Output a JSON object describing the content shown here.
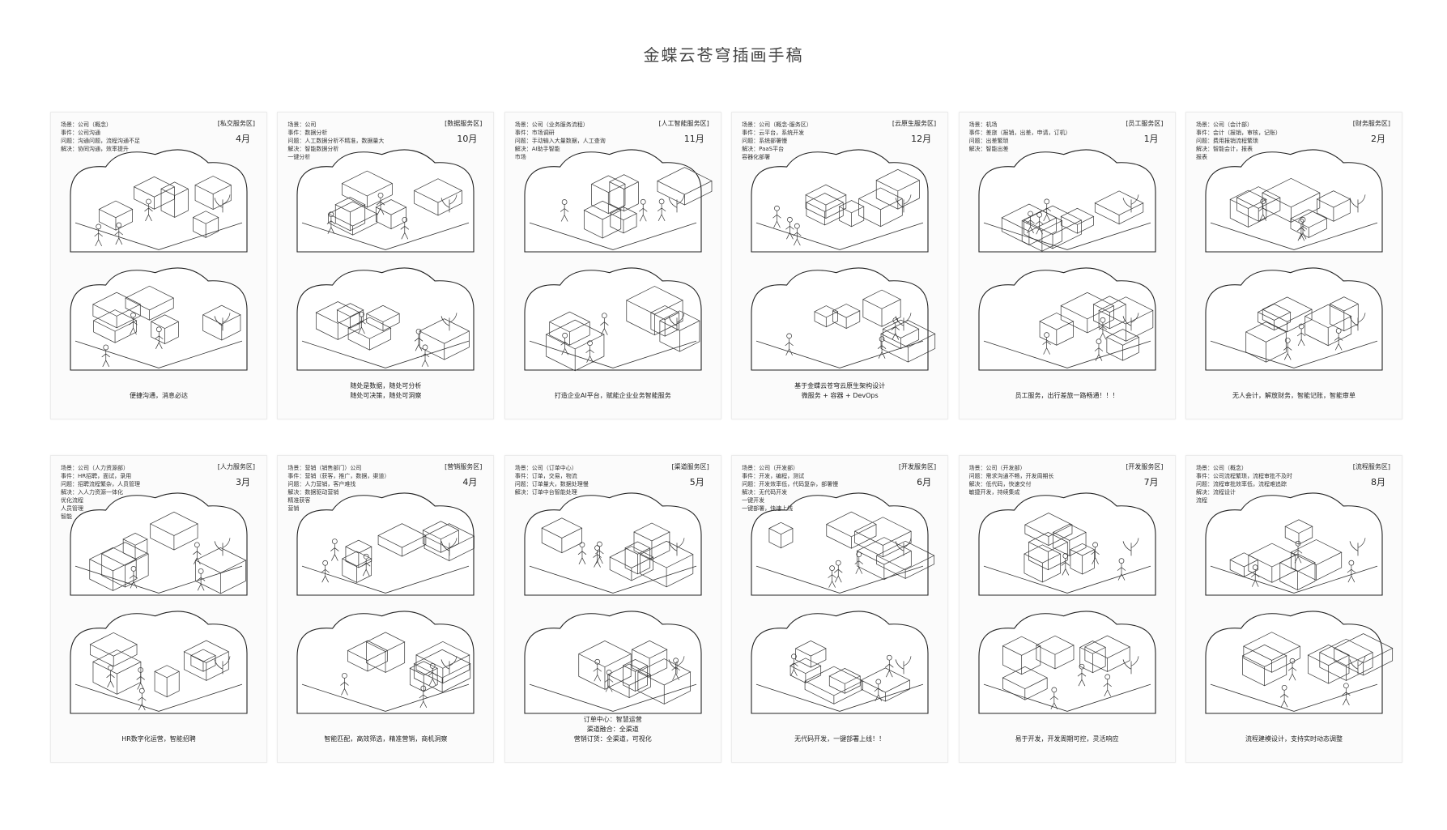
{
  "page": {
    "title": "金蝶云苍穹插画手稿"
  },
  "sheets": [
    {
      "tag": "[私交服务区]",
      "month": "4月",
      "notes": [
        "场景：公司（概念）",
        "事件：公司沟通",
        "问题：沟通问题，流程沟通不足",
        "解决：协同沟通，效率提升"
      ],
      "caption": [
        "便捷沟通，消息必达"
      ]
    },
    {
      "tag": "[数据服务区]",
      "month": "10月",
      "notes": [
        "场景：公司",
        "事件：数据分析",
        "问题：人工数据分析不精准，数据量大",
        "解决：智能数据分析",
        "一键分析"
      ],
      "caption": [
        "随处是数据，随处可分析",
        "随处可决策，随处可洞察"
      ]
    },
    {
      "tag": "[人工智能服务区]",
      "month": "11月",
      "notes": [
        "场景：公司（业务服务流程）",
        "事件：市场调研",
        "问题：手动输入大量数据，人工查询",
        "解决：AI助手智能",
        "市场"
      ],
      "caption": [
        "打造企业AI平台，赋能企业业务智能服务"
      ]
    },
    {
      "tag": "[云原生服务区]",
      "month": "12月",
      "notes": [
        "场景：公司（概念-服务区）",
        "事件：云平台，系统开发",
        "问题：系统部署慢",
        "解决：PaaS平台",
        "容器化部署"
      ],
      "caption": [
        "基于金蝶云苍穹云原生架构设计",
        "微服务 + 容器 + DevOps"
      ]
    },
    {
      "tag": "[员工服务区]",
      "month": "1月",
      "notes": [
        "场景：机场",
        "事件：差旅（报销，出差，申请，订机）",
        "问题：出差繁琐",
        "解决：智能出差"
      ],
      "caption": [
        "员工服务，出行差旅一路畅通！！！"
      ]
    },
    {
      "tag": "[财务服务区]",
      "month": "2月",
      "notes": [
        "场景：公司（会计部）",
        "事件：会计（报销，审核，记账）",
        "问题：费用报销流程繁琐",
        "解决：智能会计，报表",
        "报表"
      ],
      "caption": [
        "无人会计，解放财务，智能记账，智能审单"
      ]
    },
    {
      "tag": "[人力服务区]",
      "month": "3月",
      "notes": [
        "场景：公司（人力资源部）",
        "事件：HR招聘，面试，录用",
        "问题：招聘流程繁杂，人员管理",
        "解决：入人力资源一体化",
        "优化流程",
        "人员管理",
        "智能"
      ],
      "caption": [
        "HR数字化运营，智能招聘"
      ]
    },
    {
      "tag": "[营销服务区]",
      "month": "4月",
      "notes": [
        "场景：营销（销售部门）公司",
        "事件：营销（获客，推广，数据，渠道）",
        "问题：人力营销，客户难找",
        "解决：数据驱动营销",
        "精准获客",
        "营销"
      ],
      "caption": [
        "智能匹配，高效筛选，精准营销，商机洞察"
      ]
    },
    {
      "tag": "[渠道服务区]",
      "month": "5月",
      "notes": [
        "场景：公司（订单中心）",
        "事件：订单，交易，物流",
        "问题：订单量大，数据处理慢",
        "解决：订单中台智能处理"
      ],
      "caption": [
        "订单中心：智慧运营",
        "渠道融合：全渠道",
        "营销订货：全渠道，可视化"
      ]
    },
    {
      "tag": "[开发服务区]",
      "month": "6月",
      "notes": [
        "场景：公司（开发部）",
        "事件：开发，编程，测试",
        "问题：开发效率低，代码复杂，部署慢",
        "解决：无代码开发",
        "一键开发",
        "一键部署，快速上线"
      ],
      "caption": [
        "无代码开发，一键部署上线！！"
      ]
    },
    {
      "tag": "[开发服务区]",
      "month": "7月",
      "notes": [
        "场景：公司（开发部）",
        "问题：需求沟通不畅，开发周期长",
        "解决：低代码，快速交付",
        "敏捷开发，持续集成"
      ],
      "caption": [
        "易于开发，开发周期可控，灵活响应"
      ]
    },
    {
      "tag": "[流程服务区]",
      "month": "8月",
      "notes": [
        "场景：公司（概念）",
        "事件：公司流程繁琐，流程审批不及时",
        "问题：流程审批效率低，流程难追踪",
        "解决：流程设计",
        "流程"
      ],
      "caption": [
        "流程建模设计，支持实时动态调整"
      ]
    }
  ]
}
